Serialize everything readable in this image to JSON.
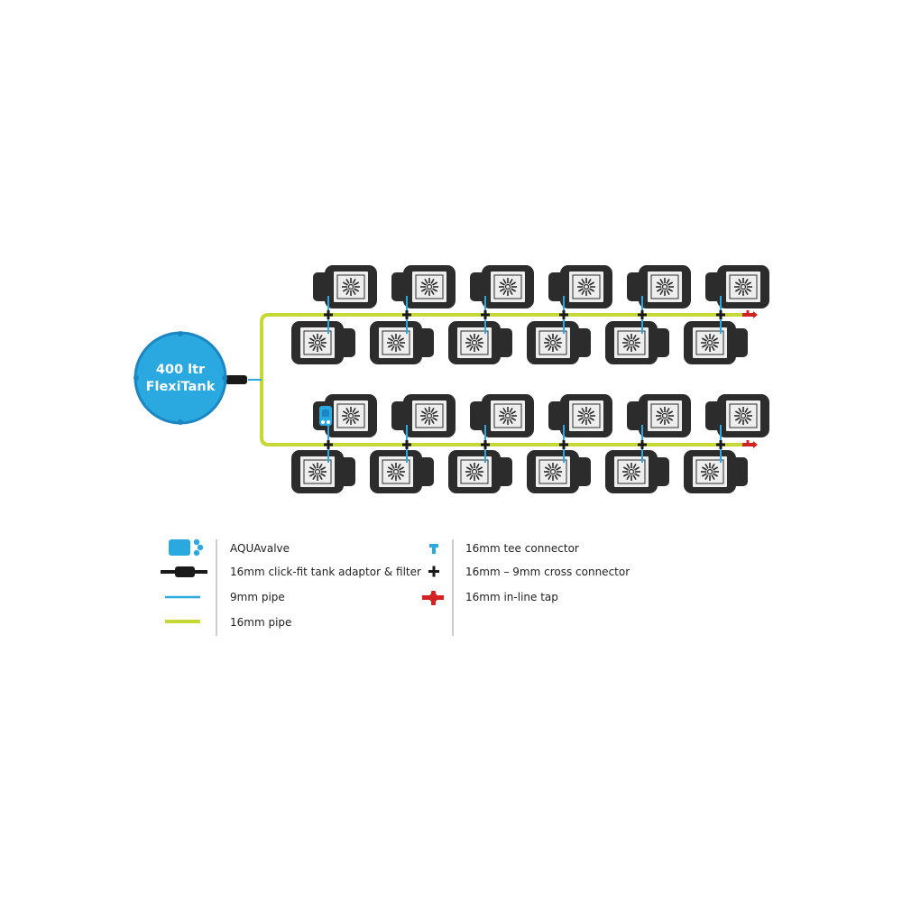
{
  "tank": {
    "line1": "400 ltr",
    "line2": "FlexiTank",
    "color": "#2aa8e0",
    "border": "#1b86c2"
  },
  "system": {
    "rows": 2,
    "pots_per_branch": 6,
    "pot_fill": "#2c2c2c",
    "pot_screen": "#eeeeee",
    "pipe_16mm_color": "#c5d836",
    "pipe_9mm_color": "#2aa8e0",
    "tap_color": "#d22323",
    "connector_color": "#1a1a1a"
  },
  "legend": {
    "left": [
      {
        "icon": "aquavalve-icon",
        "label": "AQUAvalve"
      },
      {
        "icon": "tank-adaptor-filter-icon",
        "label": "16mm click-fit tank adaptor & filter"
      },
      {
        "icon": "pipe-9mm-icon",
        "label": "9mm pipe"
      },
      {
        "icon": "pipe-16mm-icon",
        "label": "16mm pipe"
      }
    ],
    "right": [
      {
        "icon": "tee-connector-icon",
        "label": "16mm tee connector"
      },
      {
        "icon": "cross-connector-icon",
        "label": "16mm – 9mm cross connector"
      },
      {
        "icon": "inline-tap-icon",
        "label": "16mm in-line tap"
      }
    ]
  }
}
